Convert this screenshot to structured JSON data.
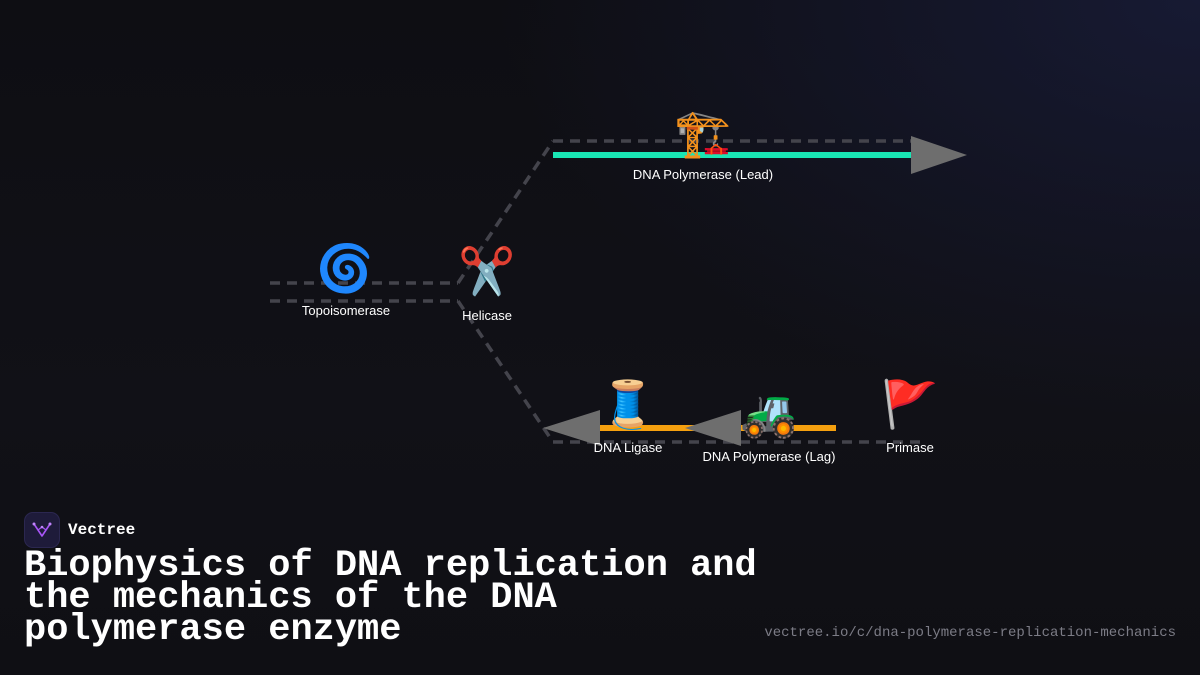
{
  "diagram": {
    "nodes": {
      "topoisomerase": {
        "label": "Topoisomerase",
        "icon": "🌀",
        "icon_name": "cyclone-icon"
      },
      "helicase": {
        "label": "Helicase",
        "icon": "✂️",
        "icon_name": "scissors-icon"
      },
      "polymerase_lead": {
        "label": "DNA Polymerase (Lead)",
        "icon": "🏗️",
        "icon_name": "construction-crane-icon"
      },
      "ligase": {
        "label": "DNA Ligase",
        "icon": "🧵",
        "icon_name": "thread-spool-icon"
      },
      "polymerase_lag": {
        "label": "DNA Polymerase (Lag)",
        "icon": "🚜",
        "icon_name": "tractor-icon"
      },
      "primase": {
        "label": "Primase",
        "icon": "🚩",
        "icon_name": "red-flag-icon"
      }
    },
    "colors": {
      "dashed_strand": "#44444c",
      "leading_strand": "#19e6b4",
      "lagging_strand": "#f5a00f",
      "arrow": "#6e6e6e"
    }
  },
  "brand": {
    "name": "Vectree",
    "logo_color": "#a855f7"
  },
  "title": "Biophysics of DNA replication and the mechanics of the DNA polymerase enzyme",
  "url": "vectree.io/c/dna-polymerase-replication-mechanics"
}
